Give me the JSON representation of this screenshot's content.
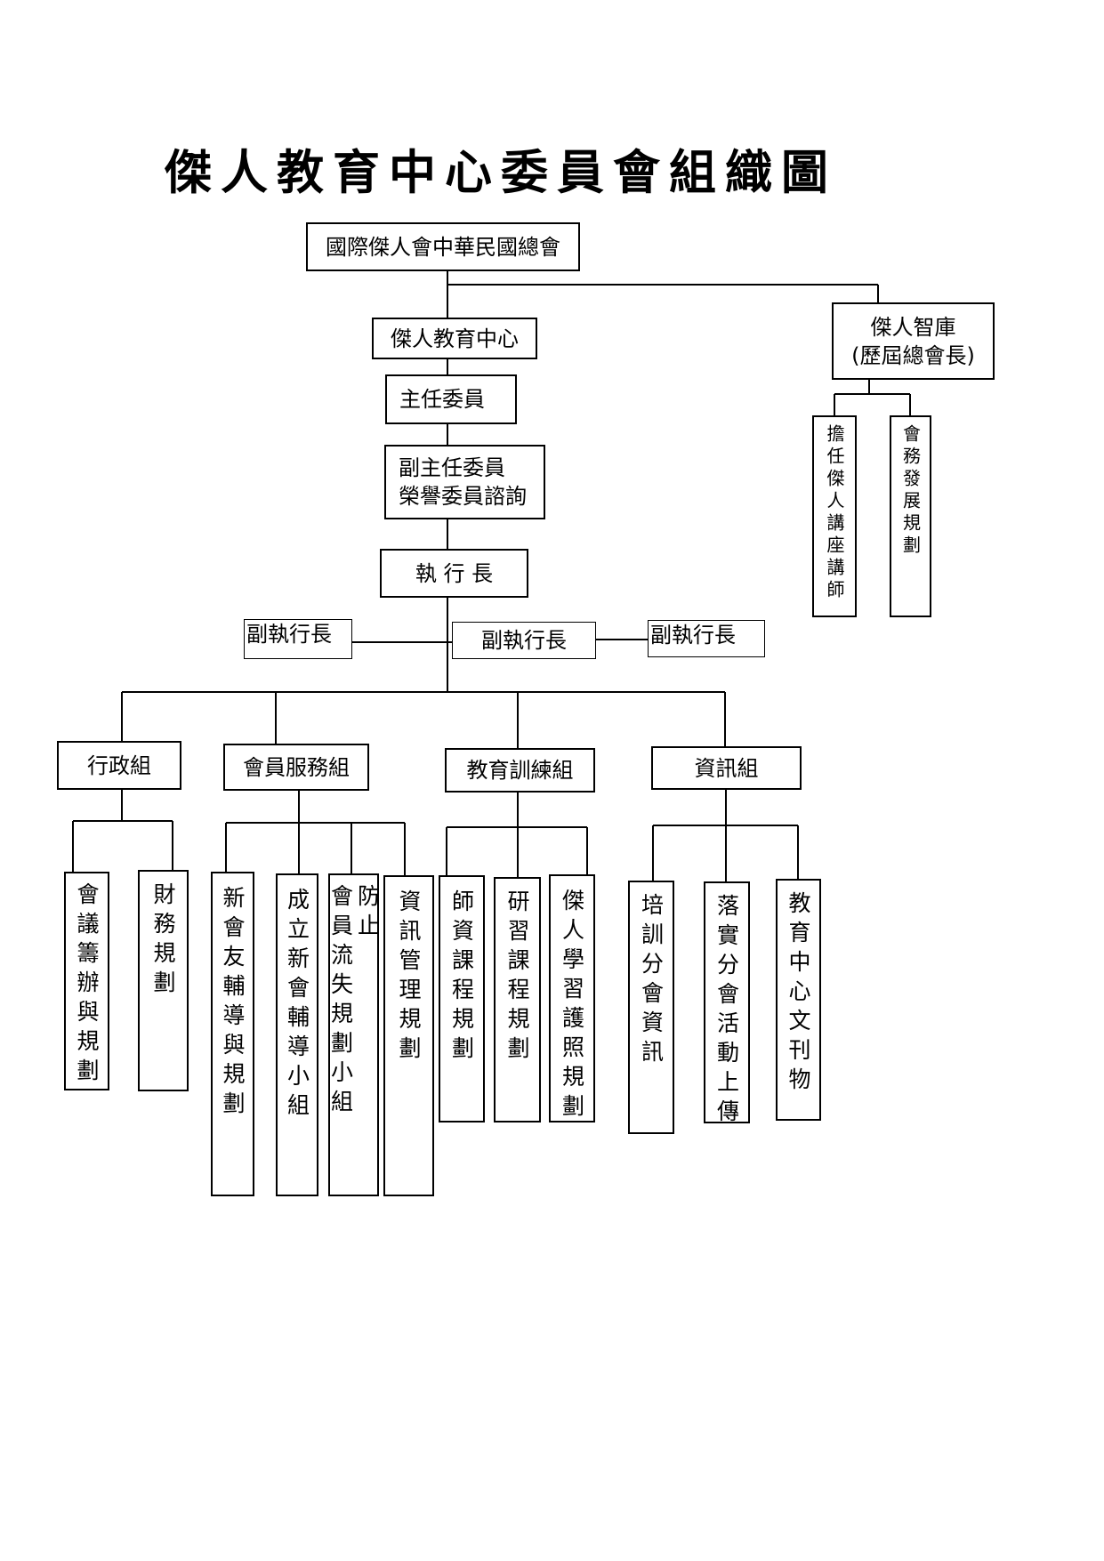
{
  "title": "傑人教育中心委員會組織圖",
  "top": {
    "federation": "國際傑人會中華民國總會",
    "center": "傑人教育中心",
    "director": "主任委員",
    "deputy_director": "副主任委員\n榮譽委員諮詢",
    "ceo": "執 行 長",
    "vice_ceo_left": "副執行長",
    "vice_ceo_center": "副執行長",
    "vice_ceo_right": "副執行長"
  },
  "think_tank": {
    "title": "傑人智庫\n(歷屆總會長)",
    "children": [
      "擔任傑人講座講師",
      "會務發展規劃"
    ]
  },
  "groups": [
    {
      "name": "行政組",
      "children": [
        "會議籌辦與規劃",
        "財務規劃"
      ]
    },
    {
      "name": "會員服務組",
      "children": [
        "新會友輔導與規劃",
        "成立新會輔導小組",
        "防止\n會員流失規劃小組",
        "資訊管理規劃"
      ]
    },
    {
      "name": "教育訓練組",
      "children": [
        "師資課程規劃",
        "研習課程規劃",
        "傑人學習護照規劃"
      ]
    },
    {
      "name": "資訊組",
      "children": [
        "培訓分會資訊",
        "落實分會活動上傳",
        "教育中心文刊物"
      ]
    }
  ]
}
